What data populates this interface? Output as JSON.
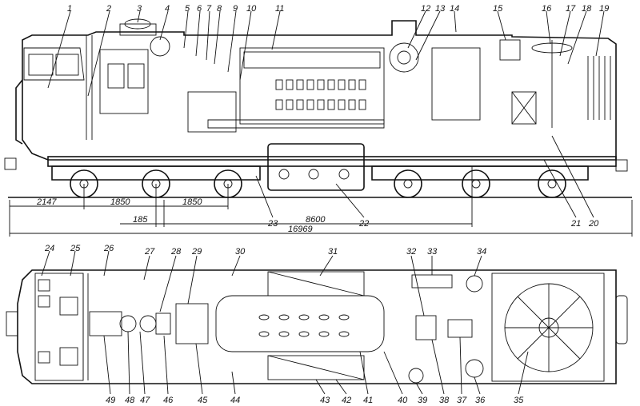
{
  "side_view": {
    "callouts": [
      "1",
      "2",
      "3",
      "4",
      "5",
      "6",
      "7",
      "8",
      "9",
      "10",
      "11",
      "12",
      "13",
      "14",
      "15",
      "16",
      "17",
      "18",
      "19",
      "20",
      "21",
      "22",
      "23"
    ],
    "dimensions": {
      "d2147": "2147",
      "d1850a": "1850",
      "d1850b": "1850",
      "d185": "185",
      "d8600": "8600",
      "d16969": "16969"
    }
  },
  "plan_view": {
    "callouts": [
      "24",
      "25",
      "26",
      "27",
      "28",
      "29",
      "30",
      "31",
      "32",
      "33",
      "34",
      "35",
      "36",
      "37",
      "38",
      "39",
      "40",
      "41",
      "42",
      "43",
      "44",
      "45",
      "46",
      "47",
      "48",
      "49"
    ]
  }
}
